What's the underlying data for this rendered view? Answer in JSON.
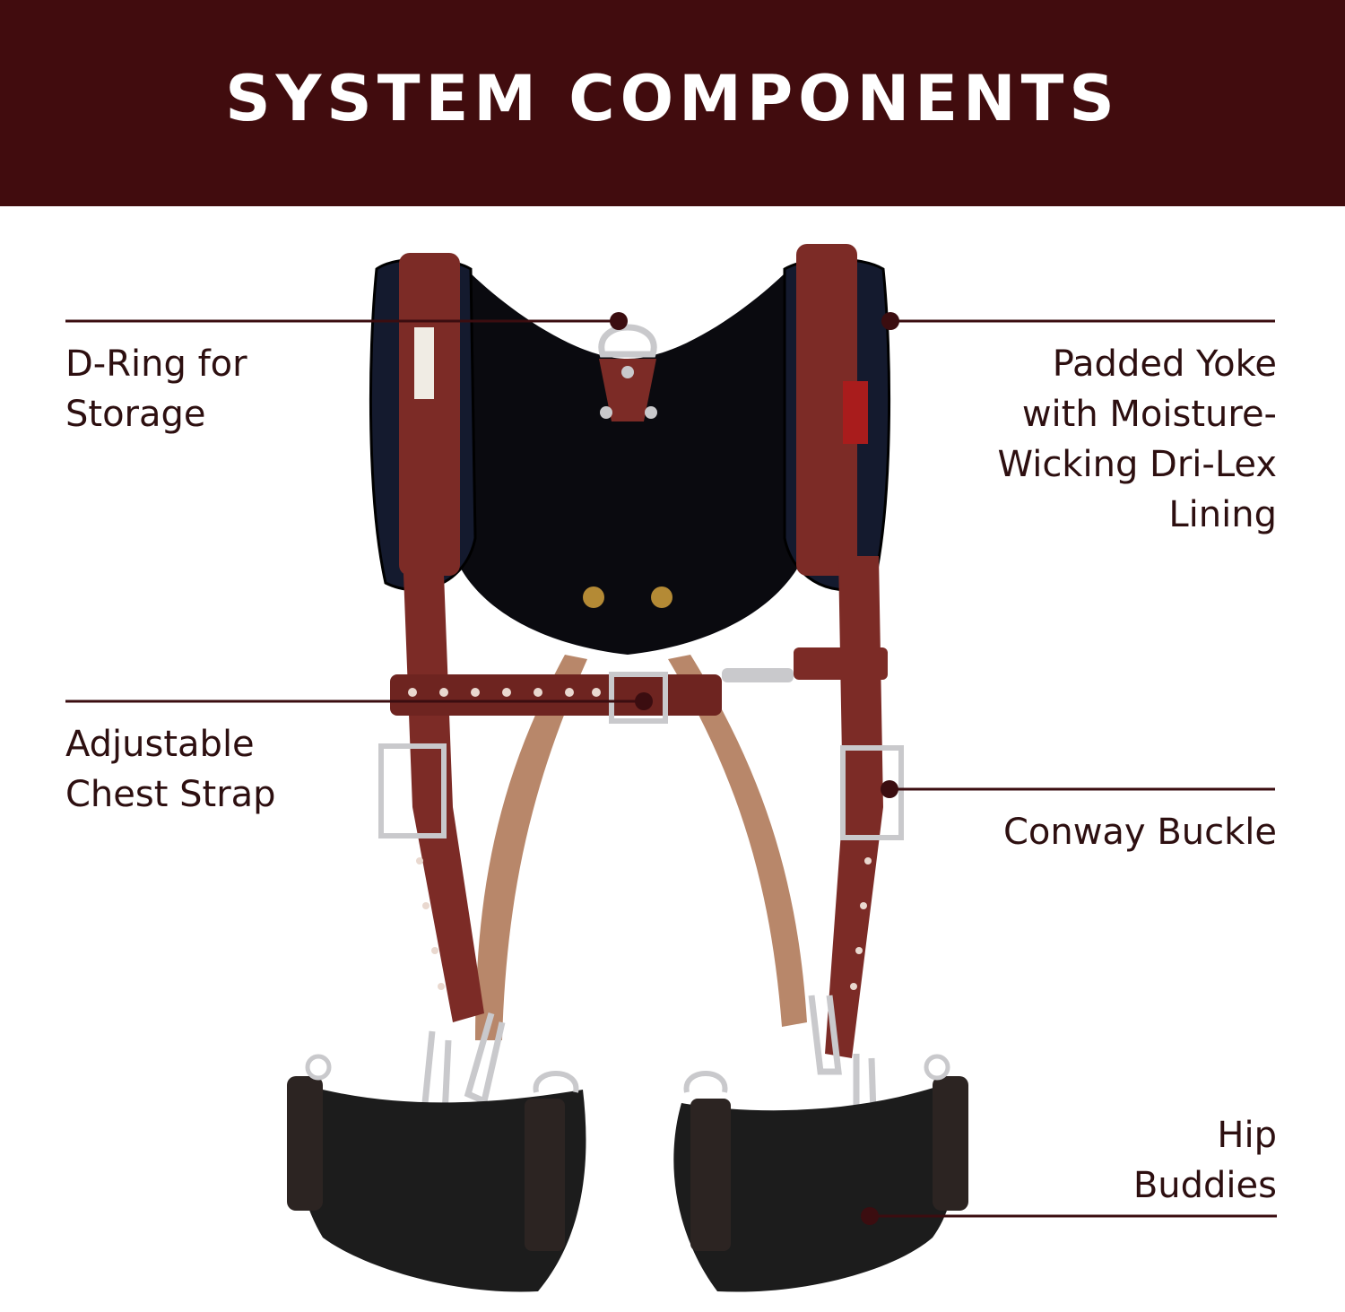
{
  "banner": {
    "title": "SYSTEM COMPONENTS"
  },
  "colors": {
    "banner_bg": "#410c0e",
    "label_text": "#2d0f10",
    "callout_line": "#3b0d10",
    "leather": "#7c2b26",
    "padding_dark": "#0c0f1c",
    "hip_pad": "#1c1c1c",
    "metal": "#c9c9cc"
  },
  "callouts": {
    "d_ring": "D-Ring for\nStorage",
    "padded_yoke": "Padded Yoke\nwith Moisture-\nWicking Dri-Lex\nLining",
    "chest_strap": "Adjustable\nChest Strap",
    "conway_buckle": "Conway Buckle",
    "hip_buddies": "Hip\nBuddies"
  },
  "product": {
    "image": "tool-belt-suspender-harness",
    "icons": [
      "d-ring-icon",
      "buckle-icon",
      "snap-hook-icon",
      "hip-pad-icon"
    ]
  }
}
